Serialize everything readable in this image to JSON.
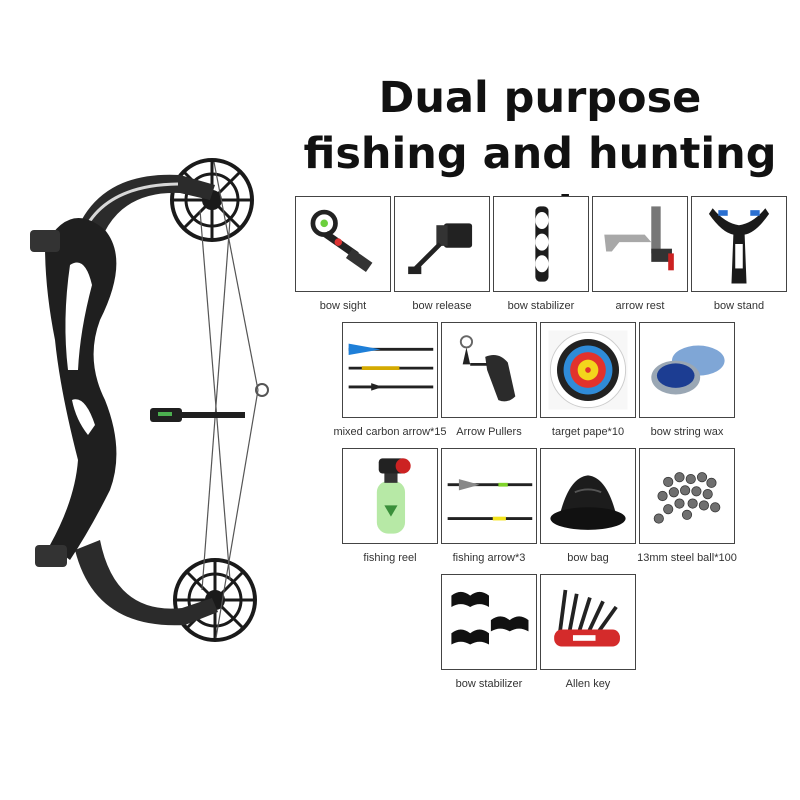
{
  "title": {
    "line1": "Dual purpose",
    "line2": "fishing and hunting set"
  },
  "items": [
    {
      "label": "bow sight",
      "icon": "bow-sight-icon"
    },
    {
      "label": "bow release",
      "icon": "bow-release-icon"
    },
    {
      "label": "bow stabilizer",
      "icon": "bow-stabilizer-icon"
    },
    {
      "label": "arrow rest",
      "icon": "arrow-rest-icon"
    },
    {
      "label": "bow stand",
      "icon": "bow-stand-icon"
    },
    {
      "label": "mixed carbon arrow*15",
      "icon": "carbon-arrows-icon"
    },
    {
      "label": "Arrow Pullers",
      "icon": "arrow-puller-icon"
    },
    {
      "label": "target pape*10",
      "icon": "target-paper-icon"
    },
    {
      "label": "bow string wax",
      "icon": "string-wax-icon"
    },
    {
      "label": "fishing reel",
      "icon": "fishing-reel-icon"
    },
    {
      "label": "fishing arrow*3",
      "icon": "fishing-arrow-icon"
    },
    {
      "label": "bow bag",
      "icon": "bow-bag-icon"
    },
    {
      "label": "13mm steel ball*100",
      "icon": "steel-balls-icon"
    },
    {
      "label": "bow stabilizer",
      "icon": "limb-dampener-icon"
    },
    {
      "label": "Allen key",
      "icon": "allen-key-icon"
    }
  ],
  "colors": {
    "border": "#444444",
    "accent_blue": "#1e7fd8",
    "accent_green": "#7fd32a",
    "target_red": "#e2322c",
    "target_yellow": "#f3d51c"
  }
}
